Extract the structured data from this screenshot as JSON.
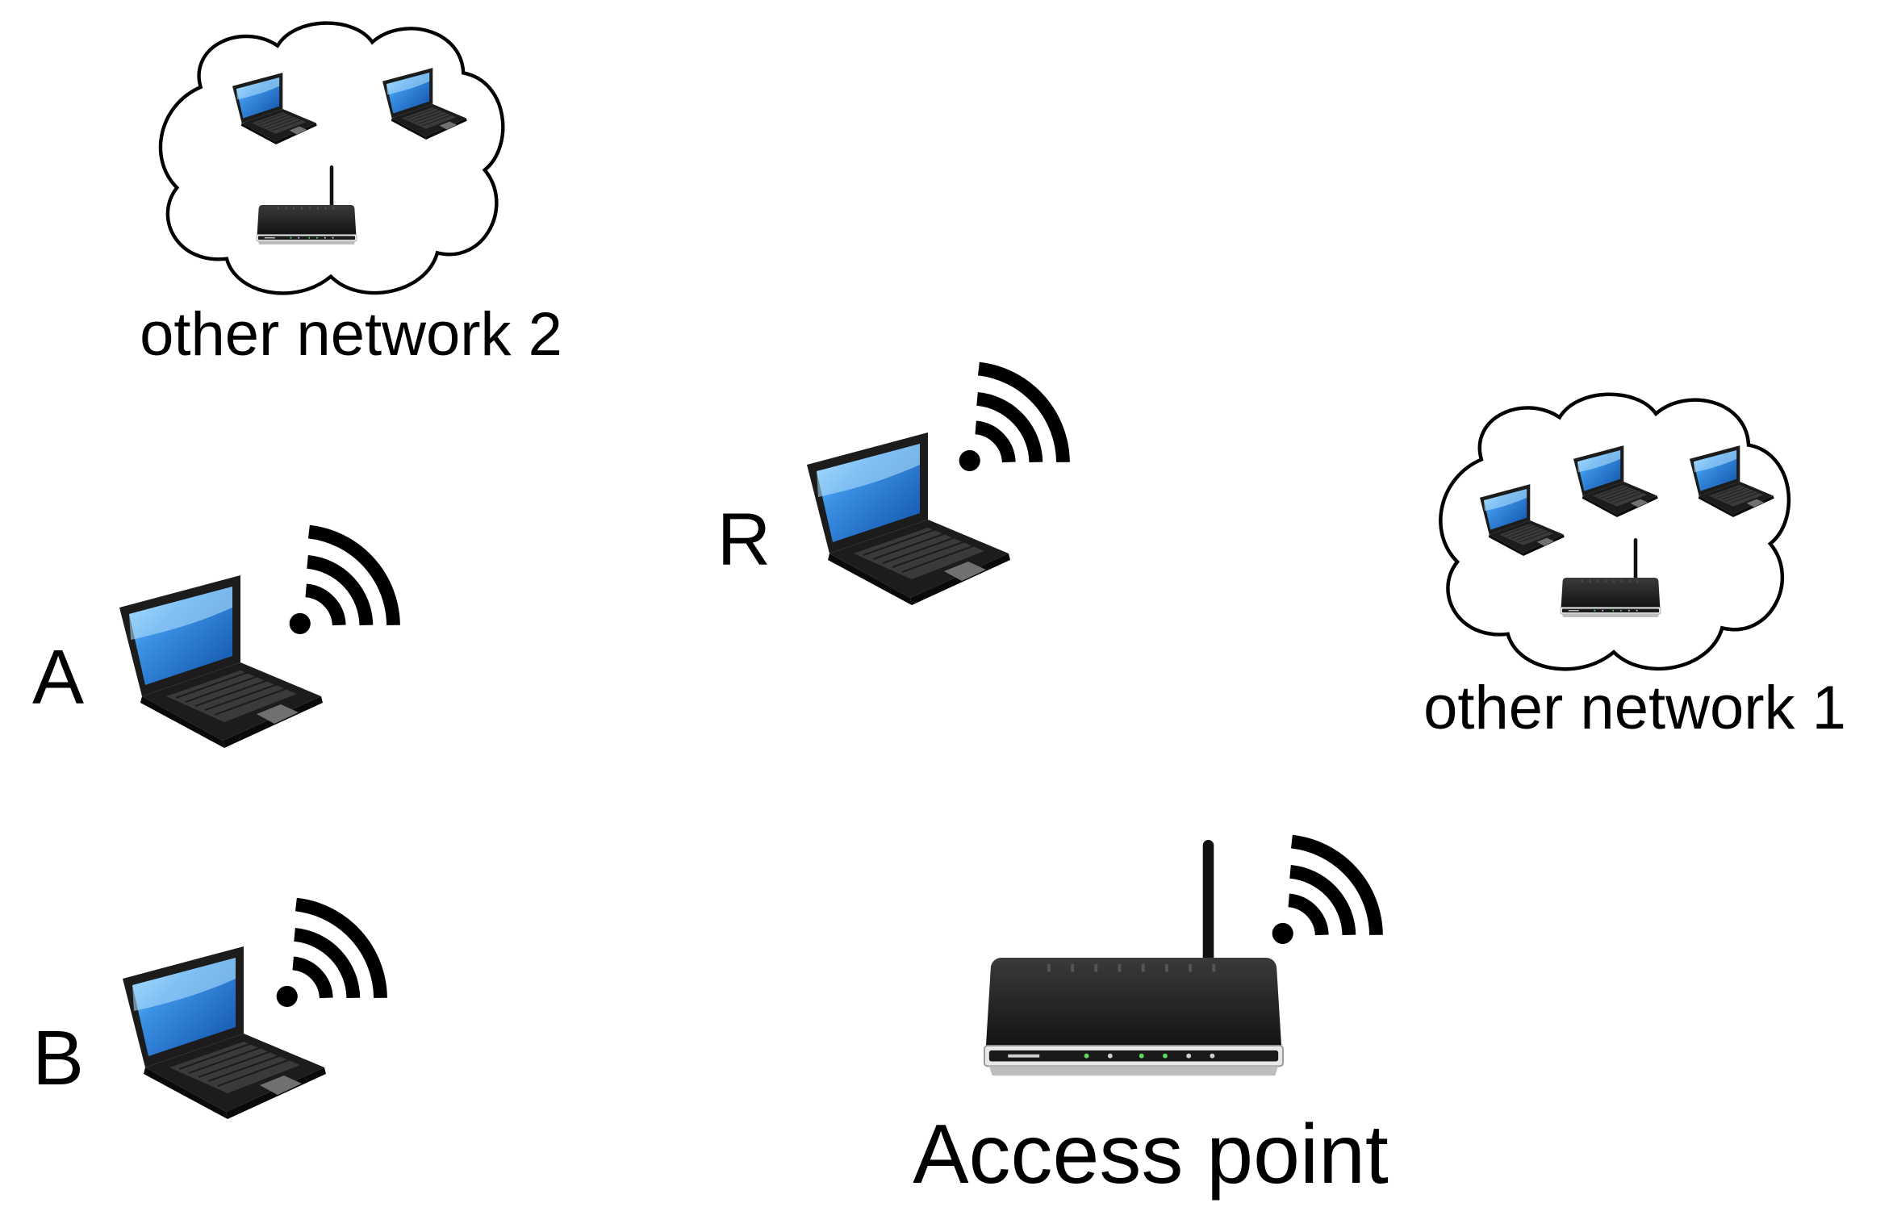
{
  "labels": {
    "other_network_2": "other network 2",
    "other_network_1": "other network 1",
    "node_a": "A",
    "node_b": "B",
    "node_r": "R",
    "access_point": "Access point"
  },
  "colors": {
    "screen_blue": "#2f86dd",
    "screen_light": "#8cd0ff",
    "device_black": "#1c1c1c",
    "keyboard_gray": "#3a3a3a",
    "outline": "#000000",
    "background": "#ffffff"
  },
  "icons": [
    "cloud-icon",
    "laptop-icon",
    "wifi-icon",
    "router-icon"
  ]
}
